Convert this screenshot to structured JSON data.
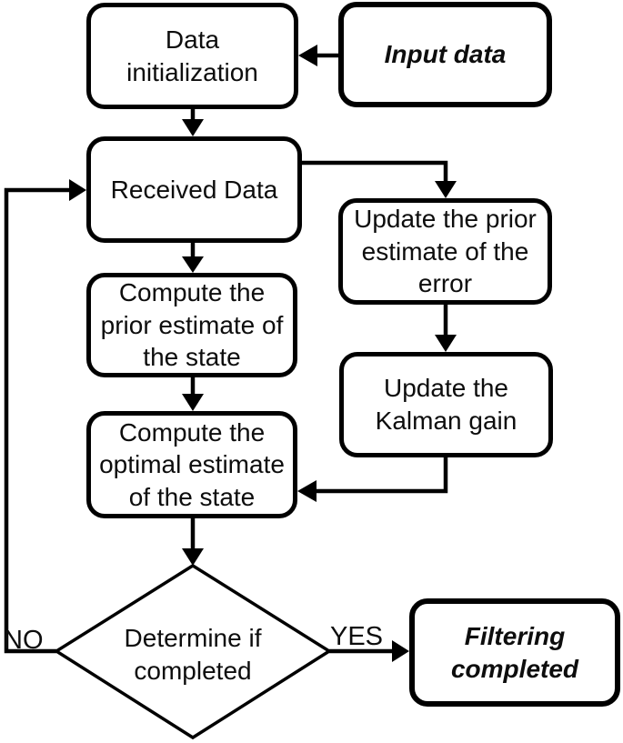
{
  "diagram": {
    "type": "flowchart",
    "colors": {
      "background": "#ffffff",
      "stroke": "#000000",
      "text": "#0d0d0d",
      "node_fill": "#ffffff"
    }
  },
  "nodes": {
    "data_initialization": {
      "label": "Data\ninitialization",
      "shape": "rounded-rect",
      "emphasis": false
    },
    "input_data": {
      "label": "Input data",
      "shape": "rounded-rect",
      "emphasis": true
    },
    "received_data": {
      "label": "Received Data",
      "shape": "rounded-rect",
      "emphasis": false
    },
    "update_prior_error": {
      "label": "Update the prior\nestimate of the\nerror",
      "shape": "rounded-rect",
      "emphasis": false
    },
    "compute_prior_state": {
      "label": "Compute the\nprior estimate of\nthe state",
      "shape": "rounded-rect",
      "emphasis": false
    },
    "update_kalman_gain": {
      "label": "Update the\nKalman gain",
      "shape": "rounded-rect",
      "emphasis": false
    },
    "compute_optimal_state": {
      "label": "Compute the\noptimal estimate\nof the state",
      "shape": "rounded-rect",
      "emphasis": false
    },
    "determine_if_completed": {
      "label": "Determine if\ncompleted",
      "shape": "diamond",
      "emphasis": false
    },
    "filtering_completed": {
      "label": "Filtering\ncompleted",
      "shape": "rounded-rect",
      "emphasis": true
    }
  },
  "branch_labels": {
    "no": "NO",
    "yes": "YES"
  },
  "edges": [
    {
      "from": "input_data",
      "to": "data_initialization",
      "label": ""
    },
    {
      "from": "data_initialization",
      "to": "received_data",
      "label": ""
    },
    {
      "from": "received_data",
      "to": "update_prior_error",
      "label": ""
    },
    {
      "from": "received_data",
      "to": "compute_prior_state",
      "label": ""
    },
    {
      "from": "update_prior_error",
      "to": "update_kalman_gain",
      "label": ""
    },
    {
      "from": "compute_prior_state",
      "to": "compute_optimal_state",
      "label": ""
    },
    {
      "from": "update_kalman_gain",
      "to": "compute_optimal_state",
      "label": ""
    },
    {
      "from": "compute_optimal_state",
      "to": "determine_if_completed",
      "label": ""
    },
    {
      "from": "determine_if_completed",
      "to": "received_data",
      "label": "NO"
    },
    {
      "from": "determine_if_completed",
      "to": "filtering_completed",
      "label": "YES"
    }
  ]
}
